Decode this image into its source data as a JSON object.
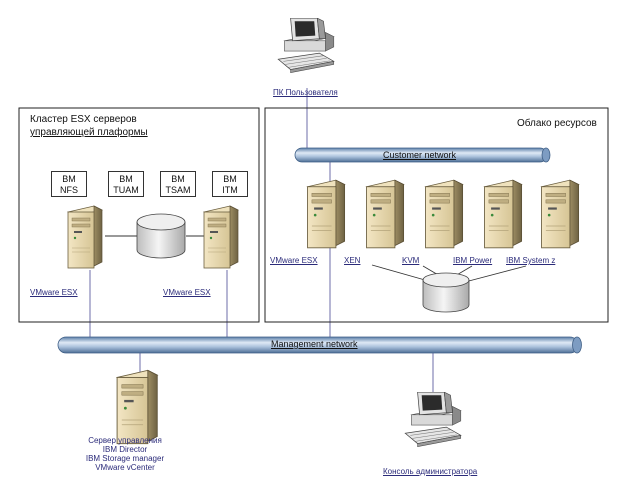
{
  "user_pc": {
    "label": "ПК Пользователя"
  },
  "esx_cluster": {
    "title_line1": "Кластер ESX серверов",
    "title_line2": "управляющей плаформы",
    "modules": [
      {
        "line1": "BM",
        "line2": "NFS"
      },
      {
        "line1": "BM",
        "line2": "TUAM"
      },
      {
        "line1": "BM",
        "line2": "TSAM"
      },
      {
        "line1": "BM",
        "line2": "ITM"
      }
    ],
    "server_left_label": "VMware ESX",
    "server_right_label": "VMware ESX"
  },
  "resource_cloud": {
    "title": "Облако ресурсов",
    "servers": [
      {
        "label": "VMware ESX"
      },
      {
        "label": "XEN"
      },
      {
        "label": "KVM"
      },
      {
        "label": "IBM Power"
      },
      {
        "label": "IBM System z"
      }
    ]
  },
  "networks": {
    "customer": "Customer network",
    "management": "Management network"
  },
  "management_server": {
    "lines": [
      "Сервер управления",
      "IBM Director",
      "IBM Storage manager",
      "VMware vCenter"
    ]
  },
  "admin_console": {
    "label": "Консоль администратора"
  }
}
